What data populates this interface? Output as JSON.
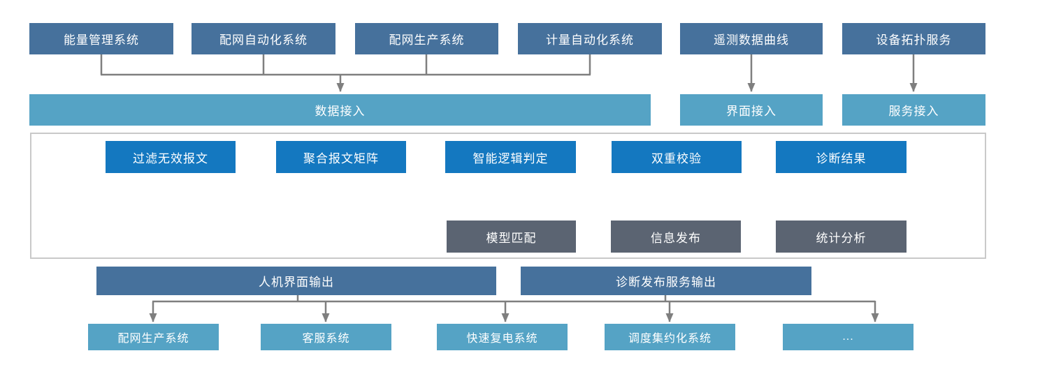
{
  "colors": {
    "dark_blue": "#46719c",
    "teal": "#55a3c5",
    "bright_blue": "#1478c0",
    "gray_box": "#5b6472",
    "connector": "#7f7f7f",
    "section_border": "#c9c9c9"
  },
  "source_systems": [
    "能量管理系统",
    "配网自动化系统",
    "配网生产系统",
    "计量自动化系统",
    "遥测数据曲线",
    "设备拓扑服务"
  ],
  "access_layer": [
    "数据接入",
    "界面接入",
    "服务接入"
  ],
  "pipeline_steps": [
    "过滤无效报文",
    "聚合报文矩阵",
    "智能逻辑判定",
    "双重校验",
    "诊断结果"
  ],
  "result_outputs": [
    "模型匹配",
    "信息发布",
    "统计分析"
  ],
  "output_headers": [
    "人机界面输出",
    "诊断发布服务输出"
  ],
  "output_systems": [
    "配网生产系统",
    "客服系统",
    "快速复电系统",
    "调度集约化系统",
    "..."
  ]
}
